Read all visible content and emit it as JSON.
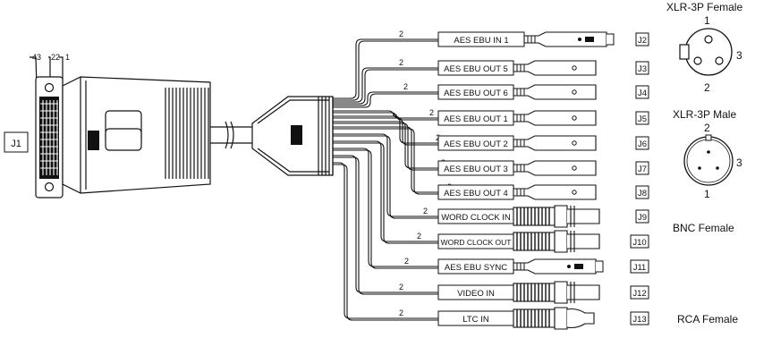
{
  "dsub": {
    "label": "J1",
    "pins": [
      "43",
      "22",
      "1"
    ]
  },
  "cables": [
    {
      "wire": "2",
      "label": "AES EBU IN 1",
      "jack": "J2",
      "type": "xlr-f"
    },
    {
      "wire": "2",
      "label": "AES EBU OUT 5",
      "jack": "J3",
      "type": "xlr-m"
    },
    {
      "wire": "2",
      "label": "AES EBU OUT 6",
      "jack": "J4",
      "type": "xlr-m"
    },
    {
      "wire": "2",
      "label": "AES EBU OUT 1",
      "jack": "J5",
      "type": "xlr-m"
    },
    {
      "wire": "2",
      "label": "AES EBU OUT 2",
      "jack": "J6",
      "type": "xlr-m"
    },
    {
      "wire": "2",
      "label": "AES EBU OUT 3",
      "jack": "J7",
      "type": "xlr-m"
    },
    {
      "wire": "2",
      "label": "AES EBU OUT 4",
      "jack": "J8",
      "type": "xlr-m"
    },
    {
      "wire": "2",
      "label": "WORD CLOCK IN",
      "jack": "J9",
      "type": "bnc"
    },
    {
      "wire": "2",
      "label": "WORD CLOCK OUT",
      "jack": "J10",
      "type": "bnc"
    },
    {
      "wire": "2",
      "label": "AES EBU SYNC",
      "jack": "J11",
      "type": "xlr-f"
    },
    {
      "wire": "2",
      "label": "VIDEO IN",
      "jack": "J12",
      "type": "bnc"
    },
    {
      "wire": "2",
      "label": "LTC IN",
      "jack": "J13",
      "type": "rca"
    }
  ],
  "legend": {
    "xlr_female": {
      "title": "XLR-3P Female",
      "pins": [
        "1",
        "2",
        "3"
      ]
    },
    "xlr_male": {
      "title": "XLR-3P Male",
      "pins": [
        "2",
        "3",
        "1"
      ]
    },
    "bnc_female": {
      "title": "BNC Female"
    },
    "rca_female": {
      "title": "RCA Female"
    }
  },
  "colors": {
    "ink": "#111111",
    "background": "#ffffff"
  }
}
